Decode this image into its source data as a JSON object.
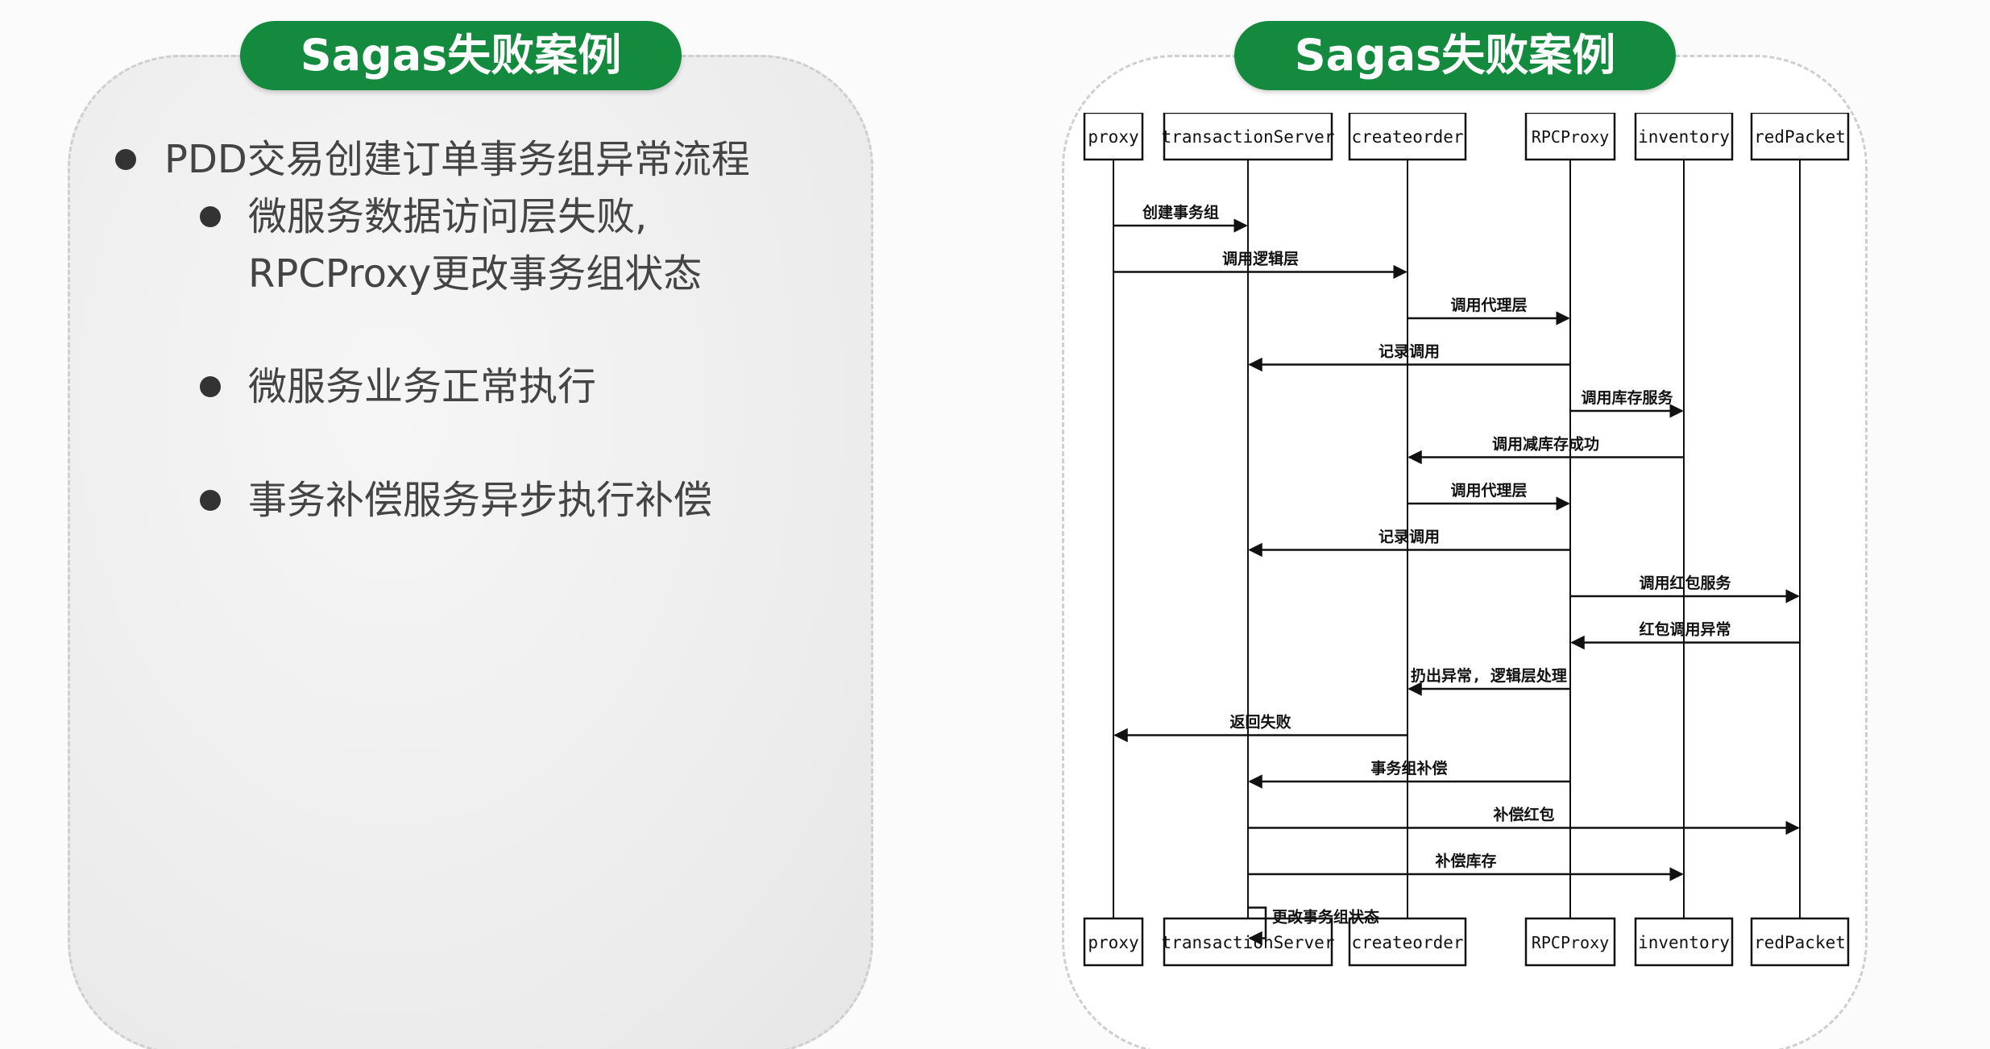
{
  "left_panel": {
    "title": "Sagas失败案例",
    "bullets": [
      {
        "level": 1,
        "text": "PDD交易创建订单事务组异常流程"
      },
      {
        "level": 2,
        "lines": [
          "微服务数据访问层失败,",
          "RPCProxy更改事务组状态"
        ]
      },
      {
        "level": 2,
        "lines": [
          "微服务业务正常执行"
        ]
      },
      {
        "level": 2,
        "lines": [
          "事务补偿服务异步执行补偿"
        ]
      }
    ]
  },
  "right_panel": {
    "title": "Sagas失败案例"
  },
  "sequence": {
    "participants": [
      "proxy",
      "transactionServer",
      "createorder",
      "RPCProxy",
      "inventory",
      "redPacket"
    ],
    "participants_bottom": [
      "proxy",
      "transactionServer",
      "createorder",
      "RPCProxy",
      "inventory",
      "redPacket"
    ],
    "messages": [
      {
        "from": 0,
        "to": 1,
        "label": "创建事务组"
      },
      {
        "from": 0,
        "to": 2,
        "label": "调用逻辑层"
      },
      {
        "from": 2,
        "to": 3,
        "label": "调用代理层"
      },
      {
        "from": 3,
        "to": 1,
        "label": "记录调用"
      },
      {
        "from": 3,
        "to": 4,
        "label": "调用库存服务"
      },
      {
        "from": 4,
        "to": 2,
        "label": "调用减库存成功"
      },
      {
        "from": 2,
        "to": 3,
        "label": "调用代理层"
      },
      {
        "from": 3,
        "to": 1,
        "label": "记录调用"
      },
      {
        "from": 3,
        "to": 5,
        "label": "调用红包服务"
      },
      {
        "from": 5,
        "to": 3,
        "label": "红包调用异常"
      },
      {
        "from": 3,
        "to": 2,
        "label": "扔出异常, 逻辑层处理"
      },
      {
        "from": 2,
        "to": 0,
        "label": "返回失败"
      },
      {
        "from": 3,
        "to": 1,
        "label": "事务组补偿"
      },
      {
        "from": 1,
        "to": 5,
        "label": "补偿红包"
      },
      {
        "from": 1,
        "to": 4,
        "label": "补偿库存"
      },
      {
        "from": 1,
        "to": 1,
        "label": "更改事务组状态"
      }
    ]
  },
  "colors": {
    "title_bg": "#148a3f",
    "title_text": "#ffffff",
    "bullet_text": "#444444",
    "diagram_line": "#111111"
  }
}
